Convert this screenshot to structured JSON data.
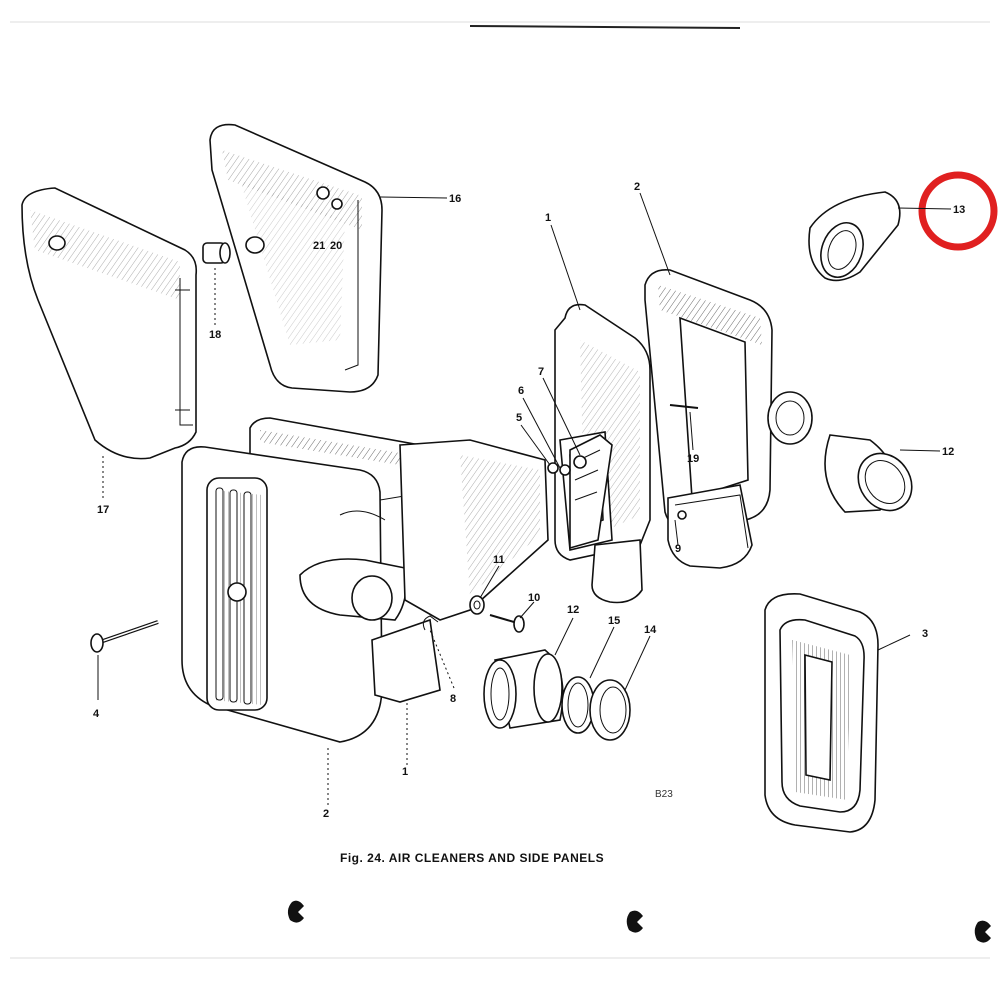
{
  "diagram": {
    "caption": "Fig. 24.  AIR CLEANERS AND SIDE PANELS",
    "code": "B23",
    "highlight_color": "#e02020",
    "callouts": {
      "n1a": "1",
      "n1b": "1",
      "n2a": "2",
      "n2b": "2",
      "n3": "3",
      "n4": "4",
      "n5": "5",
      "n6": "6",
      "n7": "7",
      "n8": "8",
      "n9": "9",
      "n10": "10",
      "n11": "11",
      "n12a": "12",
      "n12b": "12",
      "n13": "13",
      "n14": "14",
      "n15": "15",
      "n16": "16",
      "n17": "17",
      "n18": "18",
      "n19": "19",
      "n20": "20",
      "n21": "21"
    }
  }
}
